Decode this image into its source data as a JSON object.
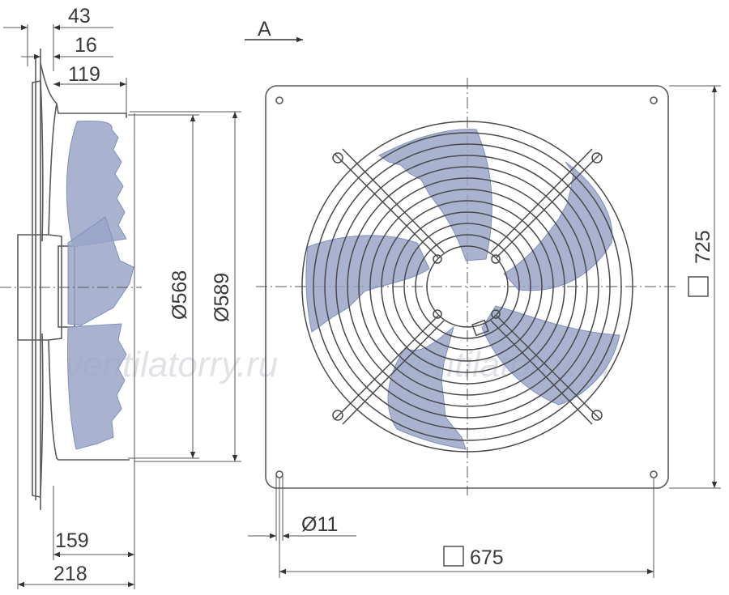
{
  "view_label": "A",
  "dimensions": {
    "d43": "43",
    "d16": "16",
    "d119": "119",
    "d159": "159",
    "d218": "218",
    "dia568": "Ø568",
    "dia589": "Ø589",
    "dia11": "Ø11",
    "sq675": "675",
    "sq725": "725"
  },
  "watermark": [
    "ventilatorry.ru",
    "ventilatorry.ru"
  ],
  "colors": {
    "blade": "#9aa6c8",
    "line": "#4a4a4a"
  }
}
